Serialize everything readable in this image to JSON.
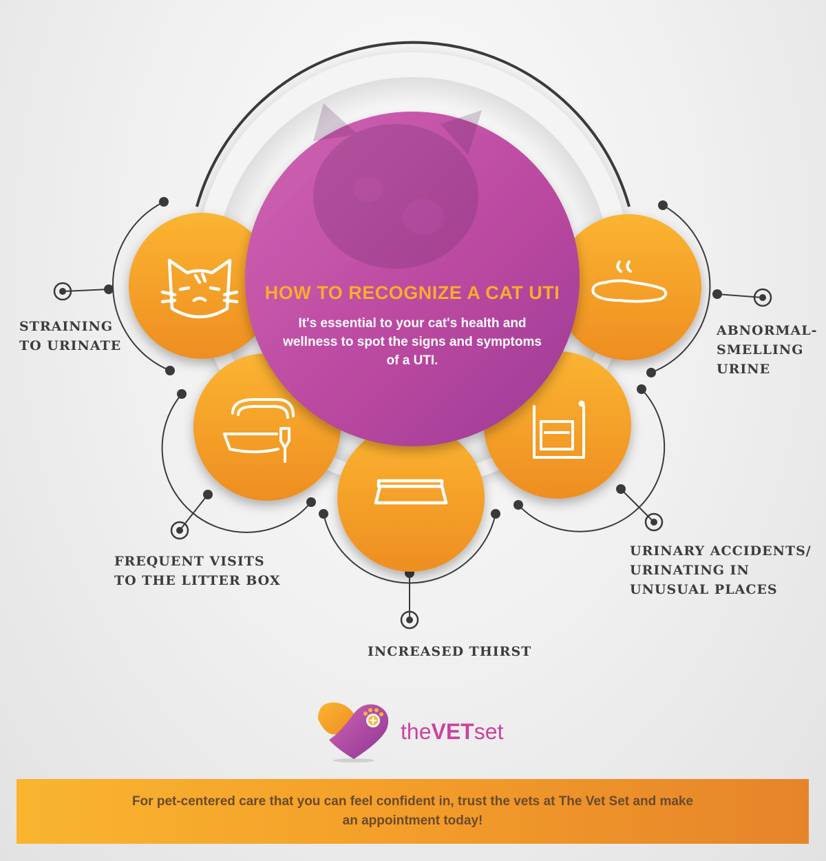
{
  "center": {
    "heading": "HOW TO RECOGNIZE A CAT UTI",
    "body": "It's essential to your cat's health and wellness to spot the signs and symptoms of a UTI."
  },
  "symptoms": [
    {
      "id": "straining",
      "label": "STRAINING\nTO URINATE",
      "icon": "cat-face-icon"
    },
    {
      "id": "litter-visits",
      "label": "FREQUENT VISITS\nTO THE LITTER BOX",
      "icon": "litter-box-icon"
    },
    {
      "id": "thirst",
      "label": "INCREASED THIRST",
      "icon": "water-bowl-icon"
    },
    {
      "id": "accidents",
      "label": "URINARY ACCIDENTS/\nURINATING IN\nUNUSUAL PLACES",
      "icon": "pet-door-icon"
    },
    {
      "id": "smell",
      "label": "ABNORMAL-\nSMELLING\nURINE",
      "icon": "puddle-icon"
    }
  ],
  "logo": {
    "text_prefix": "the",
    "text_emphasis": "VET",
    "text_suffix": "set",
    "icon": "heart-paw-logo-icon"
  },
  "banner": {
    "text": "For pet-centered care that you can feel confident in, trust the vets at The Vet Set and make an appointment today!"
  },
  "colors": {
    "orange": "#f7a52c",
    "orange_dark": "#ee8f22",
    "magenta": "#c44ba7",
    "purple": "#a53c9e",
    "line": "#3a3a3a"
  }
}
